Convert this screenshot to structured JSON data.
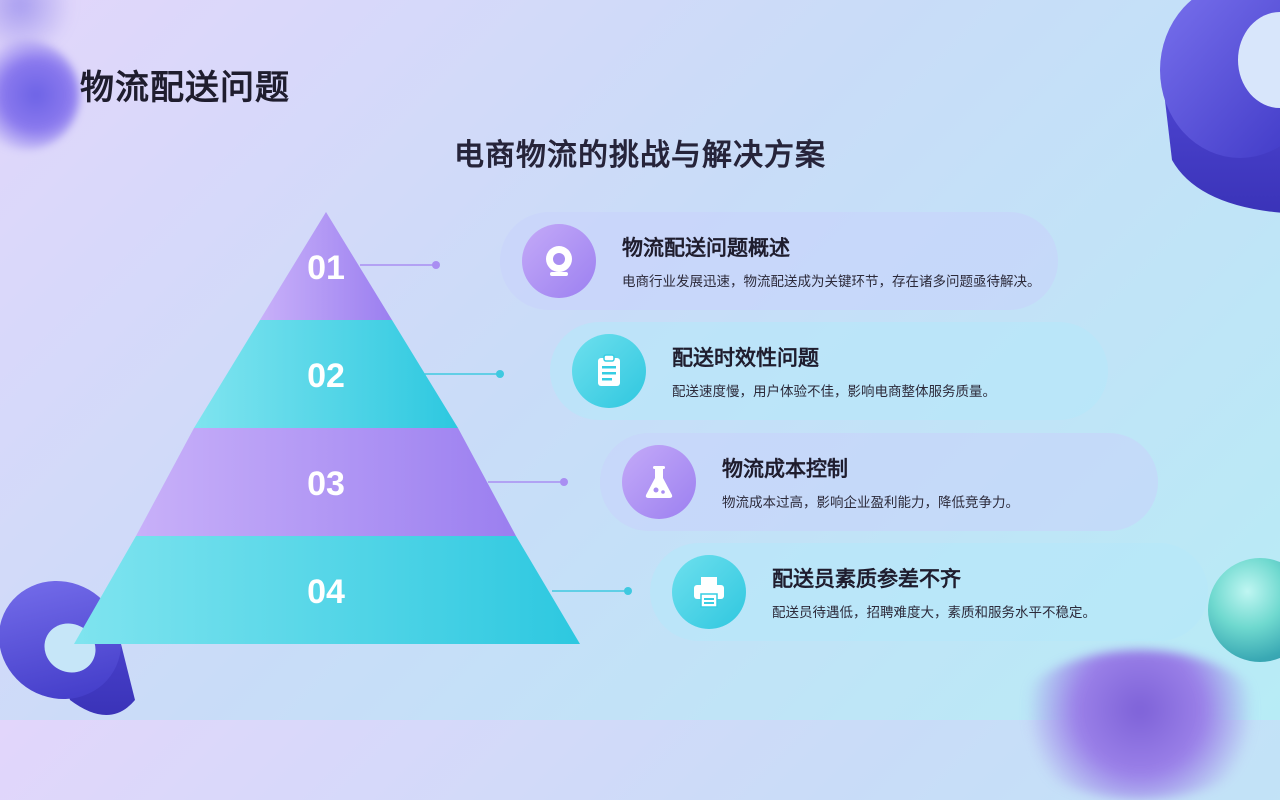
{
  "page": {
    "title": "物流配送问题",
    "subtitle": "电商物流的挑战与解决方案"
  },
  "pyramid": {
    "levels": [
      "01",
      "02",
      "03",
      "04"
    ]
  },
  "items": [
    {
      "title": "物流配送问题概述",
      "desc": "电商行业发展迅速，物流配送成为关键环节，存在诸多问题亟待解决。",
      "icon": "camera-icon"
    },
    {
      "title": "配送时效性问题",
      "desc": "配送速度慢，用户体验不佳，影响电商整体服务质量。",
      "icon": "clipboard-icon"
    },
    {
      "title": "物流成本控制",
      "desc": "物流成本过高，影响企业盈利能力，降低竞争力。",
      "icon": "flask-icon"
    },
    {
      "title": "配送员素质参差不齐",
      "desc": "配送员待遇低，招聘难度大，素质和服务水平不稳定。",
      "icon": "printer-icon"
    }
  ],
  "colors": {
    "purple_light": "#c4aaf8",
    "purple": "#a587f4",
    "cyan_light": "#72e1ee",
    "cyan": "#36cde3",
    "title": "#1f1d2e"
  }
}
